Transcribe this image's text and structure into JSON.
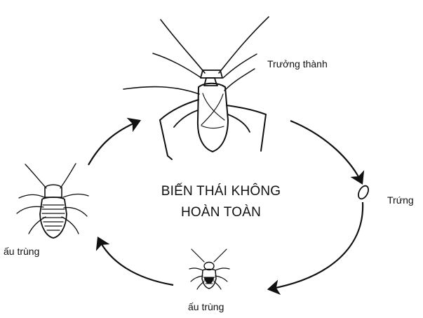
{
  "diagram": {
    "title_line_1": "BIẾN THÁI KHÔNG",
    "title_line_2": "HOÀN TOÀN",
    "stages": {
      "adult": "Trưởng thành",
      "egg": "Trứng",
      "nymph_bottom": "ấu trùng",
      "nymph_left": "ấu trùng"
    },
    "icons": {
      "adult": "adult-bug-icon",
      "egg": "egg-icon",
      "nymph_bottom": "small-nymph-icon",
      "nymph_left": "large-nymph-icon",
      "arrows": "cycle-arrow"
    },
    "colors": {
      "ink": "#111111",
      "background": "#ffffff"
    }
  }
}
